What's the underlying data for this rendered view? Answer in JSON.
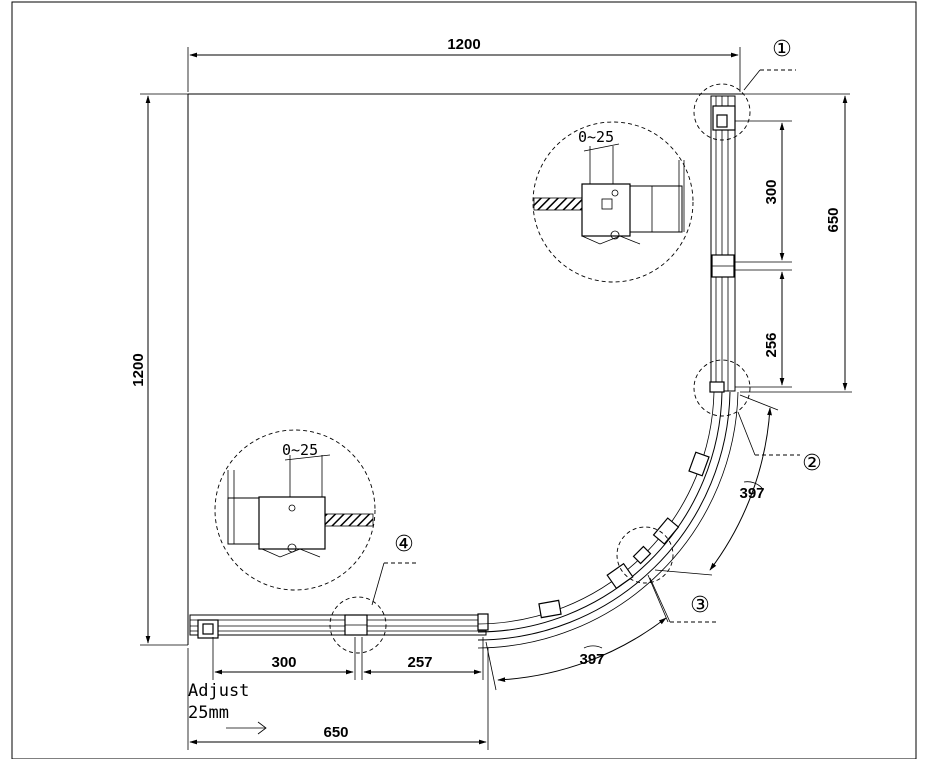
{
  "dimensions": {
    "top_width": "1200",
    "left_height": "1200",
    "right_300": "300",
    "right_650": "650",
    "right_256": "256",
    "arc_upper": "397",
    "arc_lower": "397",
    "bottom_300": "300",
    "bottom_257": "257",
    "bottom_650": "650"
  },
  "details": {
    "upper_gap": "0~25",
    "lower_gap": "0~25"
  },
  "callouts": {
    "c1": "①",
    "c2": "②",
    "c3": "③",
    "c4": "④"
  },
  "adjust_note": {
    "line1": "Adjust",
    "line2": "25mm",
    "arrow": "→"
  }
}
